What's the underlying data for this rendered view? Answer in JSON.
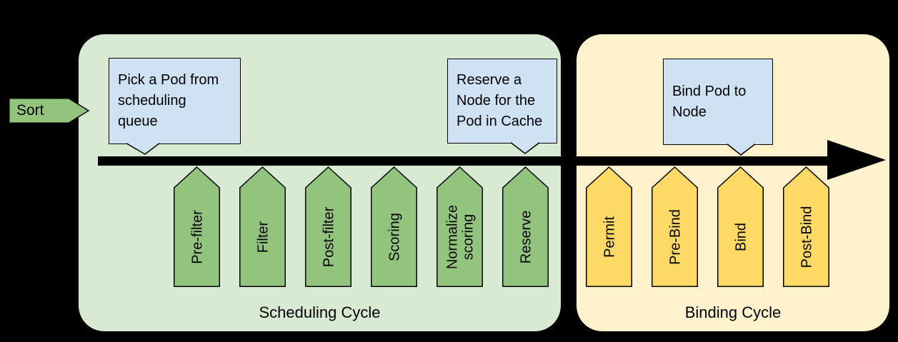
{
  "sort": {
    "label": "Sort"
  },
  "cycles": [
    {
      "name": "Scheduling Cycle",
      "stages": [
        {
          "label": "Pre-filter"
        },
        {
          "label": "Filter"
        },
        {
          "label": "Post-filter"
        },
        {
          "label": "Scoring"
        },
        {
          "label": "Normalize\nscoring"
        },
        {
          "label": "Reserve"
        }
      ]
    },
    {
      "name": "Binding Cycle",
      "stages": [
        {
          "label": "Permit"
        },
        {
          "label": "Pre-Bind"
        },
        {
          "label": "Bind"
        },
        {
          "label": "Post-Bind"
        }
      ]
    }
  ],
  "callouts": [
    {
      "text": "Pick a Pod from\nscheduling\nqueue"
    },
    {
      "text": "Reserve a\nNode for the\nPod in Cache"
    },
    {
      "text": "Bind Pod to\nNode"
    }
  ],
  "colors": {
    "background": "#000000",
    "scheduling_cycle_fill": "#d9ead3",
    "scheduling_stage_fill": "#93c47d",
    "binding_cycle_fill": "#fff2cc",
    "binding_stage_fill": "#ffd966",
    "callout_fill": "#cfe2f3",
    "line_color": "#000000",
    "text_color": "#000000"
  }
}
